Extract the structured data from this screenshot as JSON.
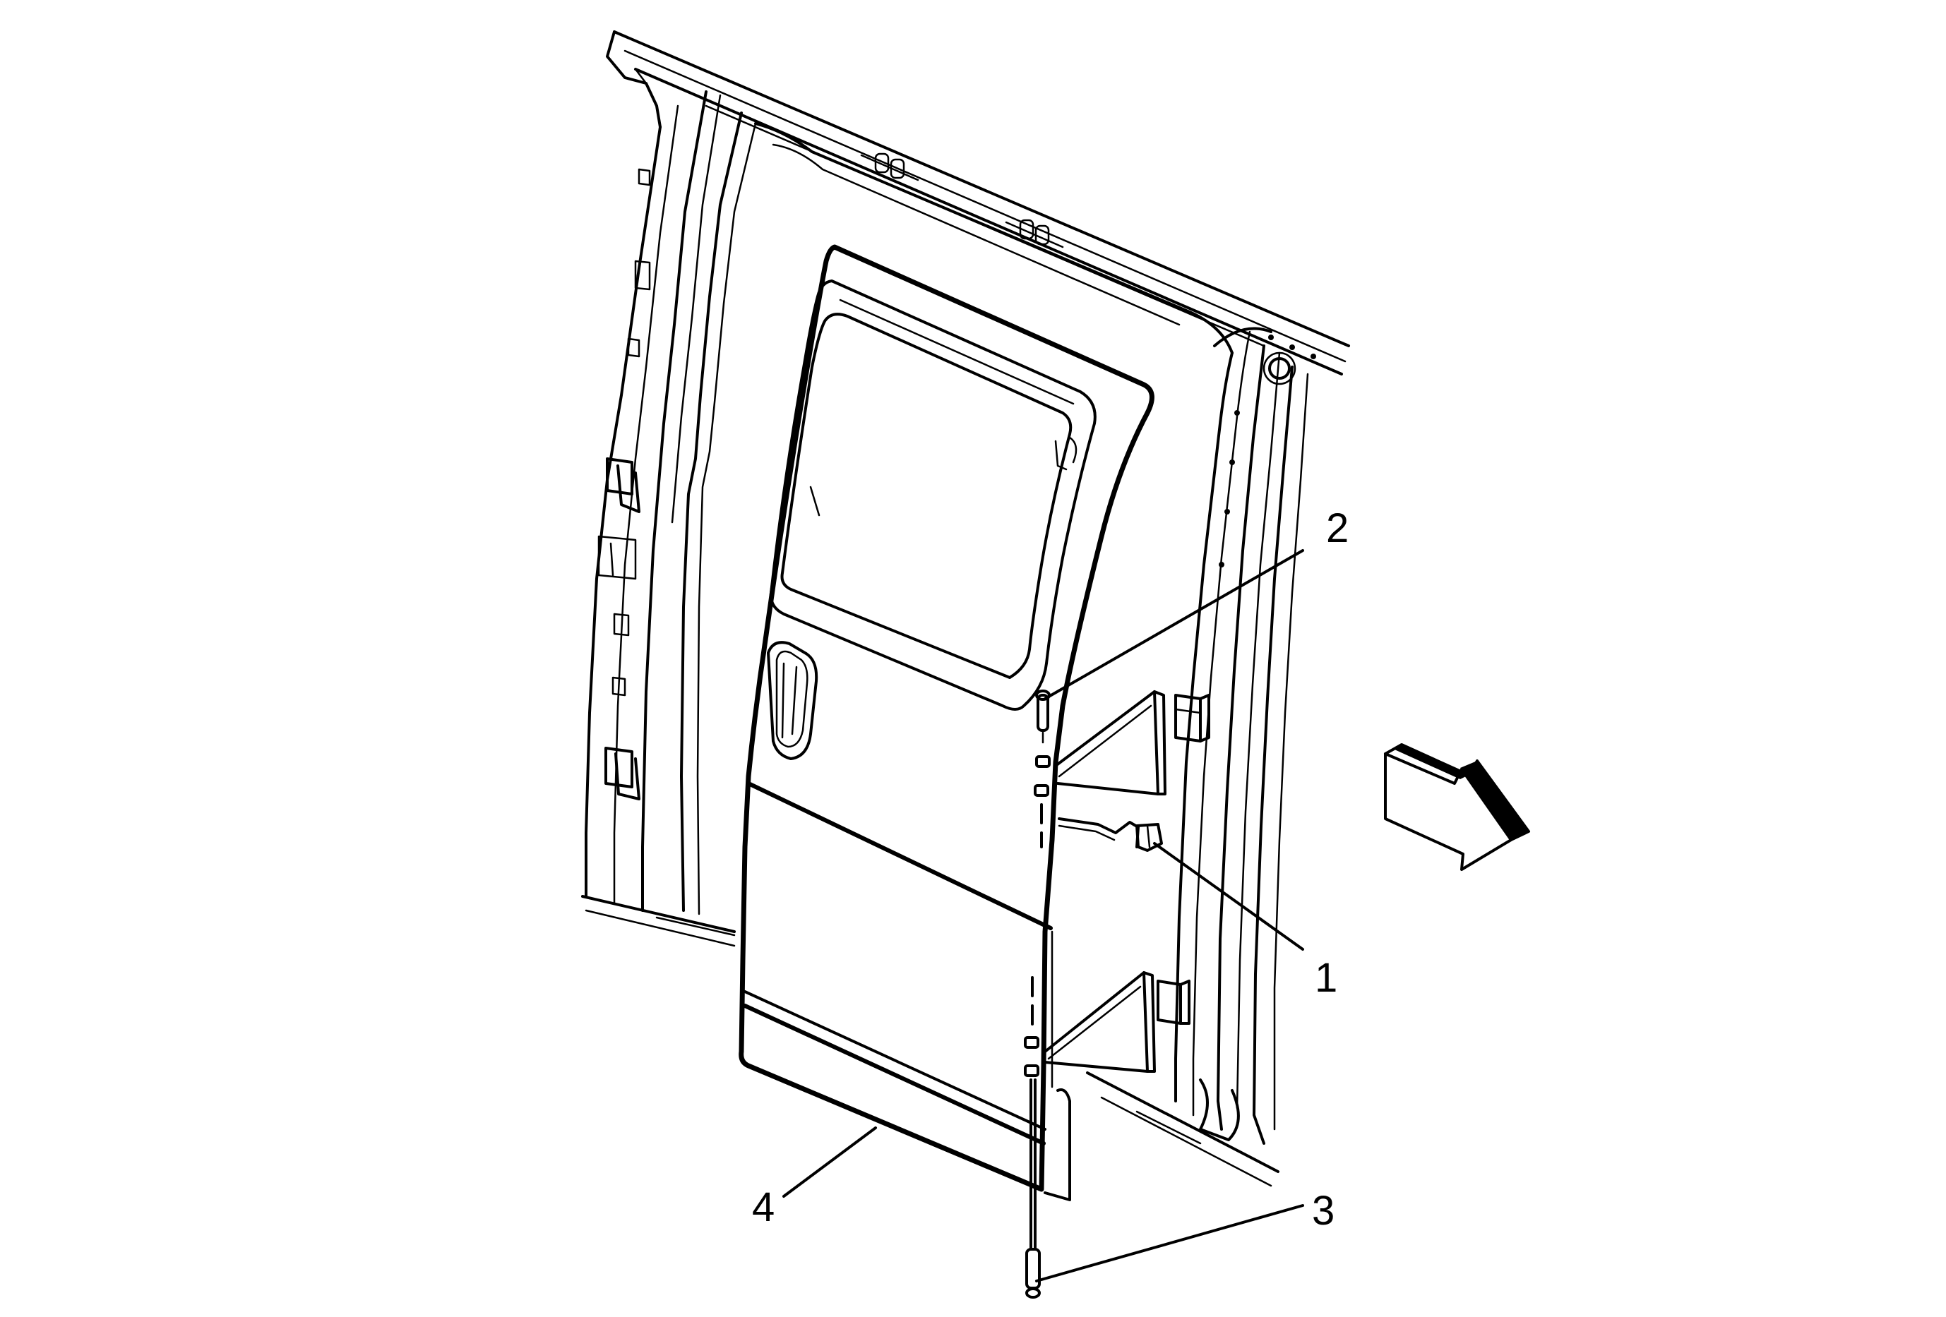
{
  "callouts": [
    {
      "id": "1",
      "label": "1"
    },
    {
      "id": "2",
      "label": "2"
    },
    {
      "id": "3",
      "label": "3"
    },
    {
      "id": "4",
      "label": "4"
    }
  ],
  "direction_arrow": {
    "icon": "forward-direction-arrow-icon"
  }
}
